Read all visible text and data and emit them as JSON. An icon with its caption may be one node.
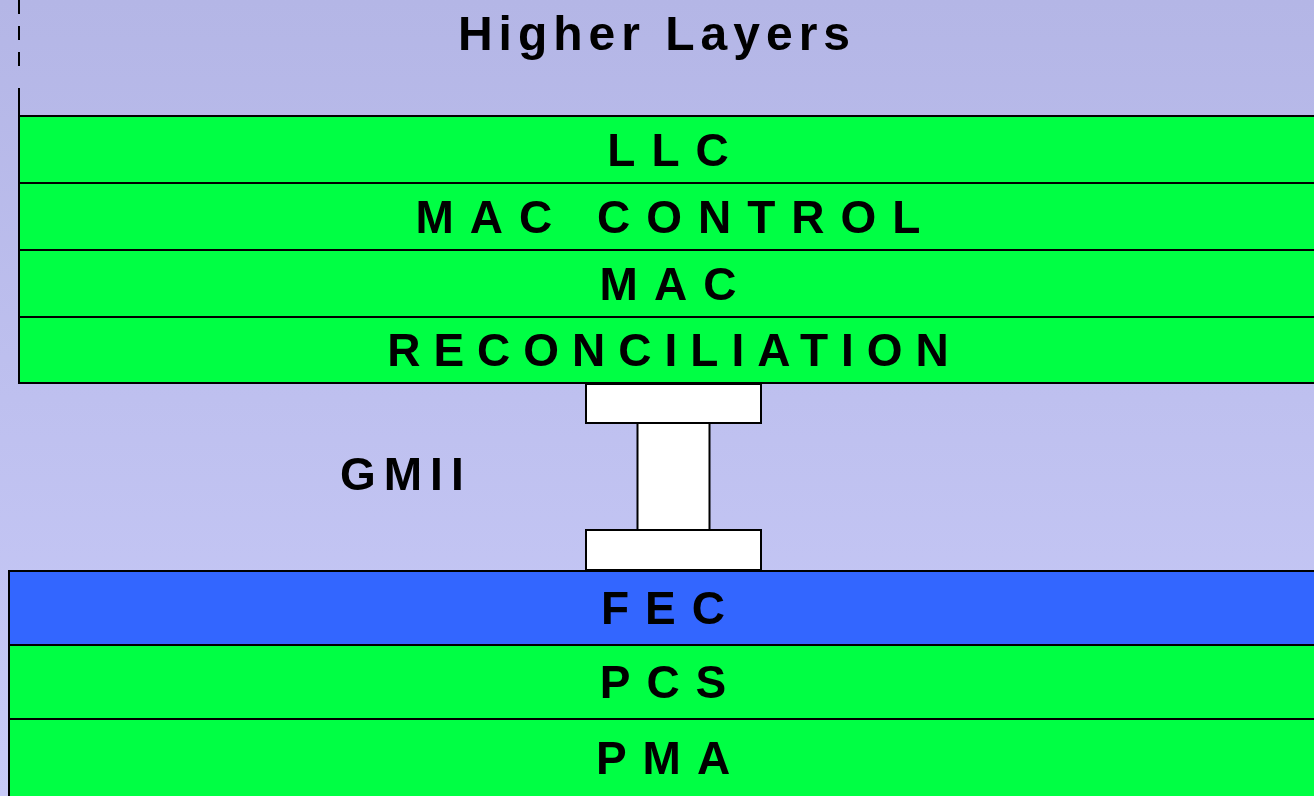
{
  "diagram": {
    "nodes": [
      {
        "text": [
          "LLC"
        ]
      },
      {
        "text": [
          "MAC CONTROL"
        ]
      },
      {
        "text": [
          "MAC"
        ]
      },
      {
        "text": [
          "RECONCILIATION"
        ]
      },
      {
        "text": [],
        "shape": "bar"
      },
      {
        "text": [
          "FEC"
        ]
      },
      {
        "text": [
          "PCS"
        ]
      },
      {
        "text": [
          "PMA"
        ]
      }
    ],
    "labels": [
      "Higher Layers",
      "GMII"
    ]
  }
}
